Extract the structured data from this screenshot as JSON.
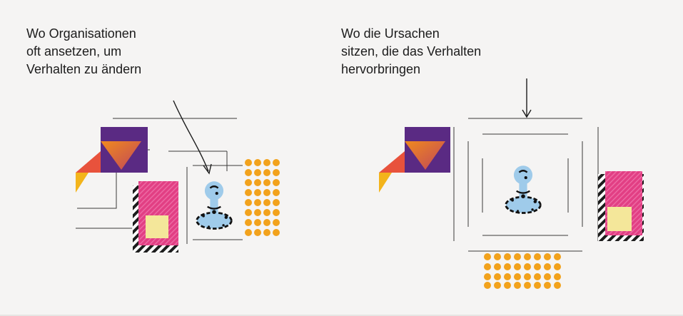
{
  "captions": {
    "left": {
      "lines": [
        "Wo Organisationen",
        "oft ansetzen, um",
        "Verhalten zu ändern"
      ]
    },
    "right": {
      "lines": [
        "Wo die Ursachen",
        "sitzen, die das Verhalten",
        "hervorbringen"
      ]
    }
  },
  "colors": {
    "background": "#f5f4f3",
    "purple": "#5a2a83",
    "orange": "#f08a1e",
    "red": "#e8523c",
    "yellow": "#f3b41b",
    "pink": "#e23f84",
    "pale_yellow": "#f4e79a",
    "light_blue": "#9fcbea",
    "dot_orange": "#f2a21c",
    "line": "#3a3a3a"
  },
  "icons": [
    "joystick-icon",
    "target-icon",
    "dot-grid-icon",
    "triangle-icon",
    "striped-square-icon"
  ]
}
